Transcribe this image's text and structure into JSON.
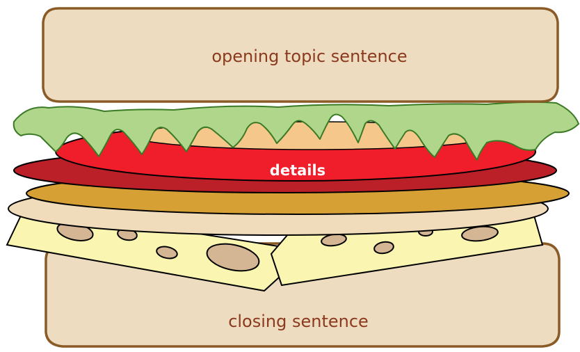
{
  "diagram": {
    "layers": [
      {
        "key": "top_bun",
        "label": "opening topic sentence",
        "shape": "rounded-rect"
      },
      {
        "key": "lettuce",
        "label": "",
        "shape": "wavy"
      },
      {
        "key": "tomato",
        "label": "details",
        "shape": "ellipse"
      },
      {
        "key": "meat",
        "label": "",
        "shape": "ellipse"
      },
      {
        "key": "bacon",
        "label": "",
        "shape": "ellipse"
      },
      {
        "key": "ham",
        "label": "",
        "shape": "ellipse"
      },
      {
        "key": "cheese",
        "label": "",
        "shape": "holey-slice"
      },
      {
        "key": "bottom_bun",
        "label": "closing sentence",
        "shape": "rounded-rect"
      }
    ],
    "colors": {
      "bun_fill": "#EEDCC0",
      "bun_stroke": "#8A5A27",
      "text_bun": "#8B3A1E",
      "lettuce": "#B0D68C",
      "lettuce_stroke": "#3A7A25",
      "tomato": "#F01E2A",
      "tomato_dark": "#BB2028",
      "mustard": "#D7A035",
      "ham": "#F0DCBB",
      "cheese": "#FAF5B0",
      "holes": "#D4B594",
      "details_text": "#FFFFFF"
    }
  }
}
